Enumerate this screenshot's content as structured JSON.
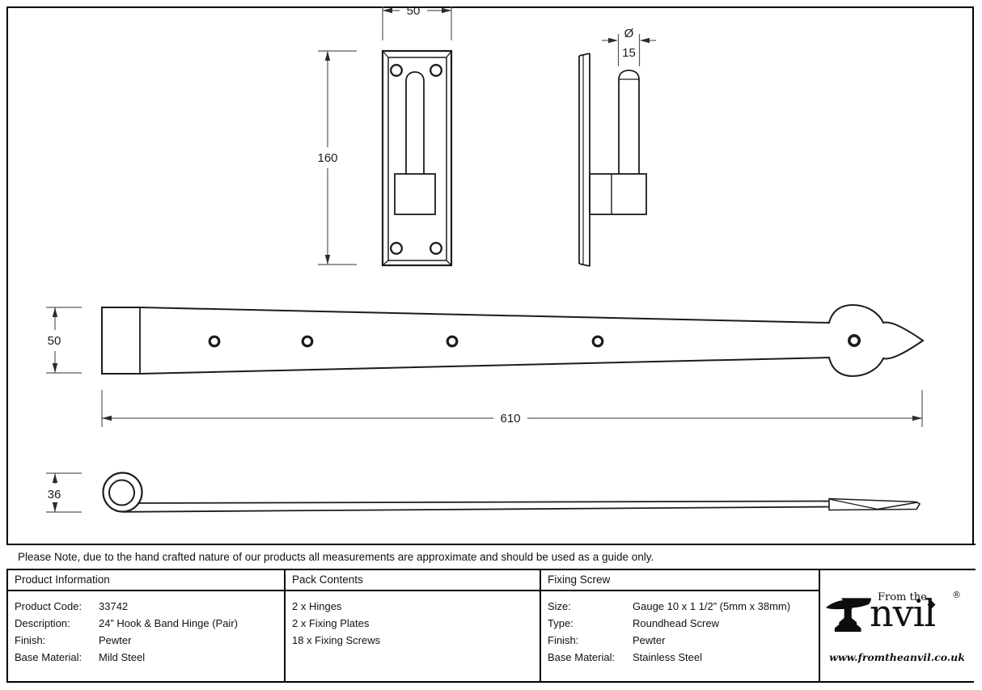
{
  "drawing": {
    "plate_width_dim": "50",
    "plate_height_dim": "160",
    "pin_diameter_symbol": "Ø",
    "pin_diameter_dim": "15",
    "band_width_dim": "50",
    "band_length_dim": "610",
    "band_side_height_dim": "36"
  },
  "note": "Please Note, due to the hand crafted nature of our products all measurements are approximate and should be used as a guide only.",
  "table": {
    "columns": {
      "product_information": {
        "header": "Product Information",
        "rows": [
          {
            "label": "Product Code:",
            "value": "33742"
          },
          {
            "label": "Description:",
            "value": "24” Hook & Band Hinge (Pair)"
          },
          {
            "label": "Finish:",
            "value": "Pewter"
          },
          {
            "label": "Base Material:",
            "value": "Mild Steel"
          }
        ]
      },
      "pack_contents": {
        "header": "Pack Contents",
        "items": [
          "2 x Hinges",
          "2 x Fixing Plates",
          "18 x Fixing Screws"
        ]
      },
      "fixing_screw": {
        "header": "Fixing Screw",
        "rows": [
          {
            "label": "Size:",
            "value": "Gauge 10 x 1 1/2” (5mm x 38mm)"
          },
          {
            "label": "Type:",
            "value": "Roundhead Screw"
          },
          {
            "label": "Finish:",
            "value": "Pewter"
          },
          {
            "label": "Base Material:",
            "value": "Stainless Steel"
          }
        ]
      }
    },
    "logo": {
      "tagline": "From the",
      "brand_rest": "nvil",
      "registered": "®",
      "website": "www.fromtheanvil.co.uk"
    }
  }
}
